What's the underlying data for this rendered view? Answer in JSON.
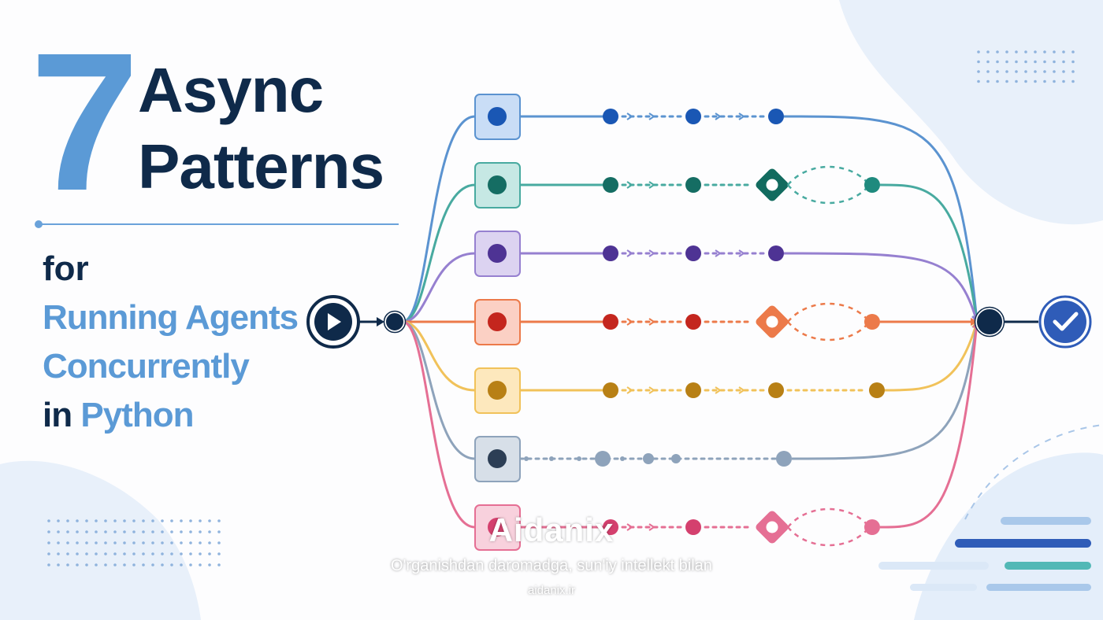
{
  "title": {
    "number": "7",
    "line1": "Async",
    "line2": "Patterns"
  },
  "subtitle": {
    "for": "for",
    "line1": "Running Agents",
    "line2": "Concurrently",
    "line3_prefix": "in",
    "line3_rest": "Python"
  },
  "watermark": {
    "brand": "Aidanix",
    "tagline": "O'rganishdan daromadga, sun'iy intellekt bilan",
    "url": "aidanix.ir"
  },
  "colors": {
    "blue_accent": "#5b9ad6",
    "navy": "#0f2a4a",
    "check_blue": "#2f5cb8"
  },
  "lanes": [
    {
      "name": "lane-blue",
      "color": "#5b93d0",
      "node_fill": "#c9ddf6",
      "dot": "#1a57b4",
      "variant": "straight"
    },
    {
      "name": "lane-teal",
      "color": "#48aaa0",
      "node_fill": "#c6e8e4",
      "dot": "#156d63",
      "variant": "diamond"
    },
    {
      "name": "lane-purple",
      "color": "#9680d0",
      "node_fill": "#dcd3f1",
      "dot": "#4e3394",
      "variant": "straight"
    },
    {
      "name": "lane-orange",
      "color": "#ec7a4a",
      "node_fill": "#fbd0c4",
      "dot": "#c4261e",
      "variant": "diamond"
    },
    {
      "name": "lane-yellow",
      "color": "#f1c25a",
      "node_fill": "#fde8bd",
      "dot": "#b88015",
      "variant": "straight"
    },
    {
      "name": "lane-gray",
      "color": "#8ea3bb",
      "node_fill": "#d7dfe8",
      "dot": "#2c3e55",
      "variant": "sparse"
    },
    {
      "name": "lane-pink",
      "color": "#e56f94",
      "node_fill": "#f8d1dd",
      "dot": "#d4406e",
      "variant": "diamond"
    }
  ],
  "icons": {
    "start": "play-icon",
    "end": "check-icon"
  }
}
